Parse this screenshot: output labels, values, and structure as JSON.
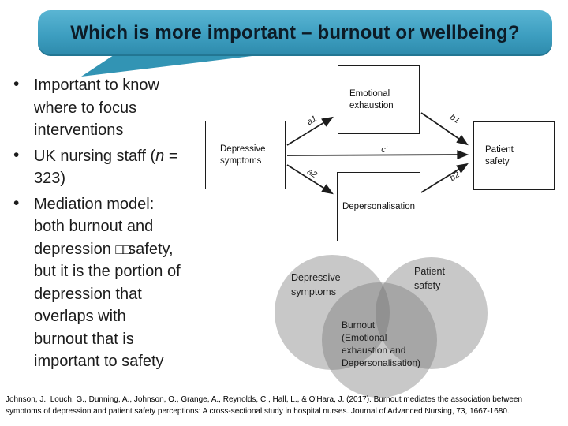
{
  "slide": {
    "title": "Which is more important – burnout or wellbeing?"
  },
  "bullets": {
    "b1": "Important to know\nwhere to focus\ninterventions",
    "b2_pre": "UK nursing staff (",
    "b2_n": "n",
    "b2_post": " =\n323)",
    "b3_pre": "Mediation model:\nboth burnout and\ndepression ",
    "b3_boxes": "□□",
    "b3_post": "safety,\nbut it is the portion of\ndepression that\noverlaps with\nburnout that is\nimportant to safety"
  },
  "diagram": {
    "box_depressive": "Depressive\nsymptoms",
    "box_emotional": "Emotional\nexhaustion",
    "box_depersonalisation": "Depersonalisation",
    "box_patient": "Patient\nsafety",
    "label_a1": "a1",
    "label_a2": "a2",
    "label_b1": "b1",
    "label_b2": "b2",
    "label_c": "c'"
  },
  "venn": {
    "left_label": "Depressive\nsymptoms",
    "right_label": "Patient\nsafety",
    "bottom_label": "Burnout\n(Emotional\nexhaustion and\nDepersonalisation)"
  },
  "citation": "Johnson, J., Louch, G., Dunning, A., Johnson, O., Grange, A., Reynolds, C., Hall, L., & O'Hara, J. (2017). Burnout mediates the association between\nsymptoms of depression and patient safety perceptions: A cross-sectional study in hospital nurses. Journal of Advanced Nursing, 73, 1667-1680.",
  "colors": {
    "bubble_teal": "#3d9ec0",
    "bubble_teal_dark": "#2d8aab",
    "venn_gray": "#6e6e6e",
    "text": "#1a1a1a"
  }
}
